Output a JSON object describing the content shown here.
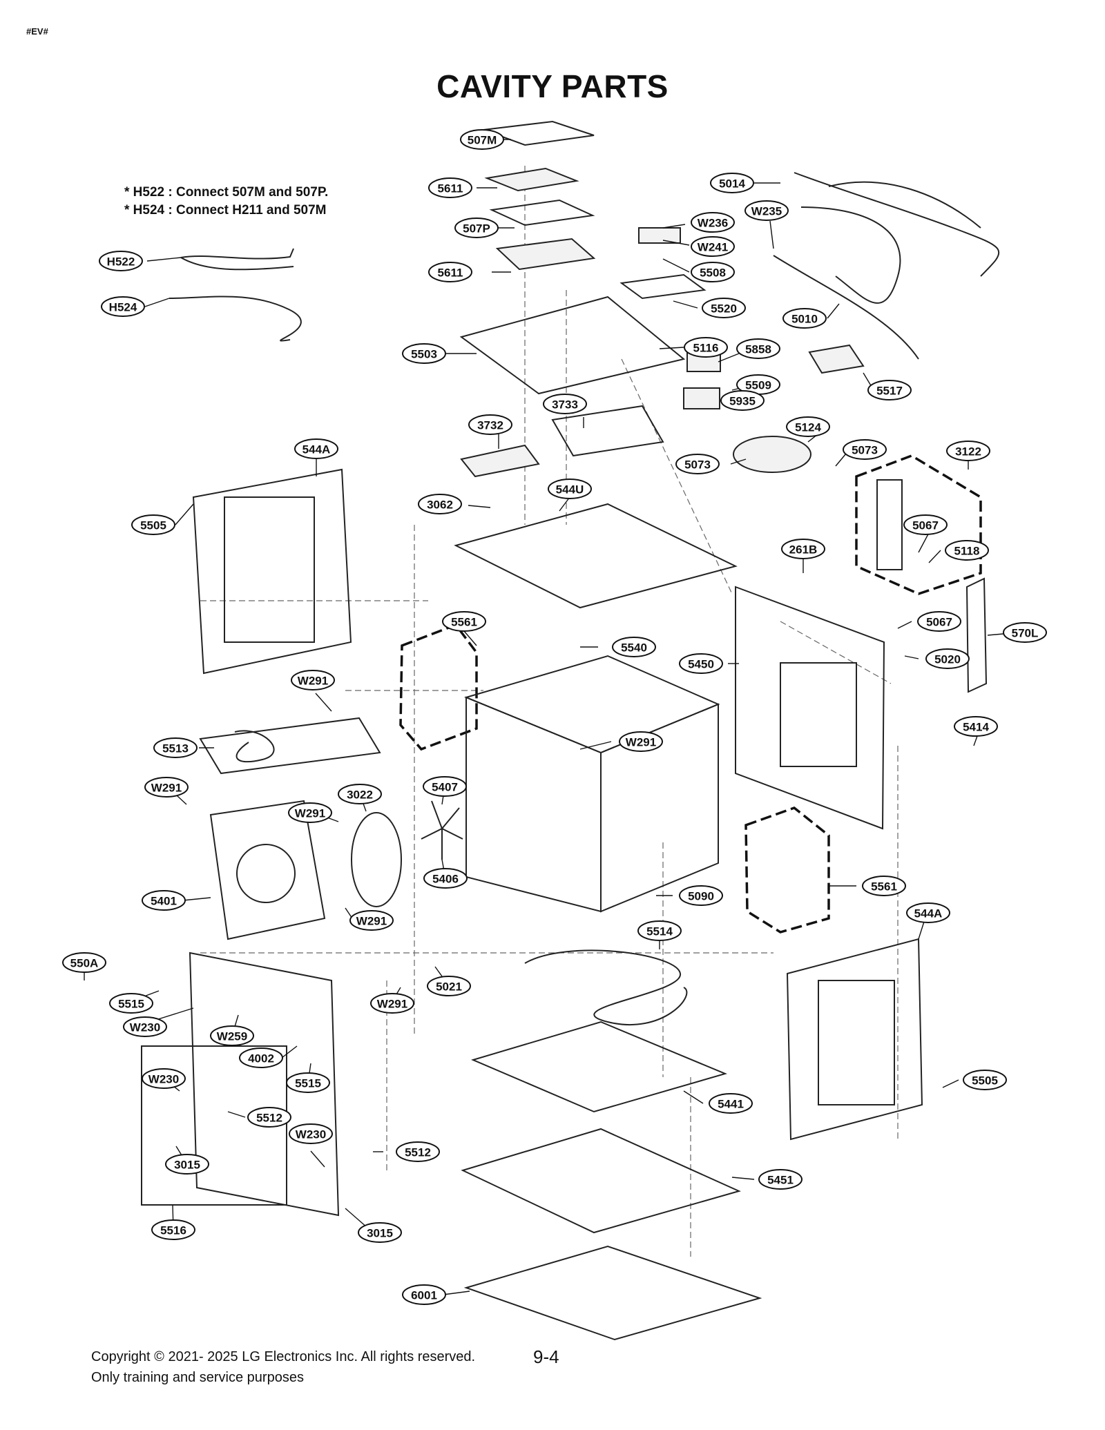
{
  "header": {
    "corner_mark": "#EV#",
    "title": "CAVITY PARTS"
  },
  "notes": [
    "* H522 : Connect 507M and 507P.",
    "* H524 : Connect H211 and 507M"
  ],
  "callouts": [
    "507M",
    "5611",
    "507P",
    "5611",
    "5503",
    "5014",
    "W235",
    "W236",
    "W241",
    "5508",
    "5520",
    "5010",
    "5116",
    "5858",
    "5509",
    "5935",
    "5517",
    "3733",
    "3732",
    "5124",
    "5073",
    "5073",
    "3122",
    "544A",
    "5505",
    "3062",
    "544U",
    "5067",
    "5118",
    "261B",
    "H522",
    "H524",
    "5561",
    "5540",
    "5450",
    "5067",
    "570L",
    "5020",
    "W291",
    "5513",
    "W291",
    "5414",
    "W291",
    "3022",
    "5407",
    "W291",
    "5401",
    "5406",
    "W291",
    "5090",
    "5561",
    "544A",
    "550A",
    "5514",
    "5515",
    "W230",
    "W259",
    "5021",
    "W291",
    "4002",
    "5515",
    "W230",
    "5441",
    "5505",
    "5512",
    "W230",
    "5512",
    "3015",
    "5451",
    "5516",
    "3015",
    "6001"
  ],
  "footer": {
    "copyright": "Copyright © 2021- 2025 LG Electronics Inc. All rights reserved.",
    "purpose": "Only training and service purposes",
    "page_number": "9-4"
  }
}
